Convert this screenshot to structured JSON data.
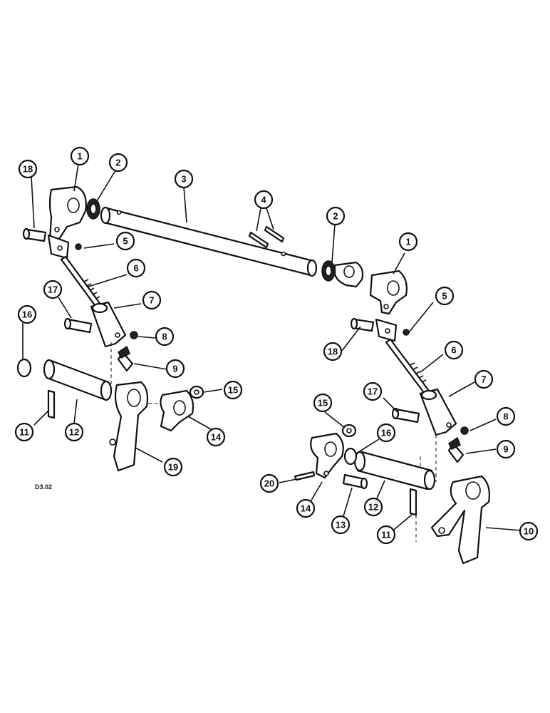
{
  "drawing_code": "D3.02",
  "callouts": [
    {
      "label": "18"
    },
    {
      "label": "1"
    },
    {
      "label": "2"
    },
    {
      "label": "3"
    },
    {
      "label": "4"
    },
    {
      "label": "2"
    },
    {
      "label": "1"
    },
    {
      "label": "5"
    },
    {
      "label": "6"
    },
    {
      "label": "17"
    },
    {
      "label": "7"
    },
    {
      "label": "16"
    },
    {
      "label": "8"
    },
    {
      "label": "9"
    },
    {
      "label": "15"
    },
    {
      "label": "11"
    },
    {
      "label": "12"
    },
    {
      "label": "14"
    },
    {
      "label": "19"
    },
    {
      "label": "5"
    },
    {
      "label": "18"
    },
    {
      "label": "6"
    },
    {
      "label": "7"
    },
    {
      "label": "17"
    },
    {
      "label": "15"
    },
    {
      "label": "8"
    },
    {
      "label": "16"
    },
    {
      "label": "9"
    },
    {
      "label": "20"
    },
    {
      "label": "14"
    },
    {
      "label": "13"
    },
    {
      "label": "12"
    },
    {
      "label": "11"
    },
    {
      "label": "10"
    }
  ]
}
